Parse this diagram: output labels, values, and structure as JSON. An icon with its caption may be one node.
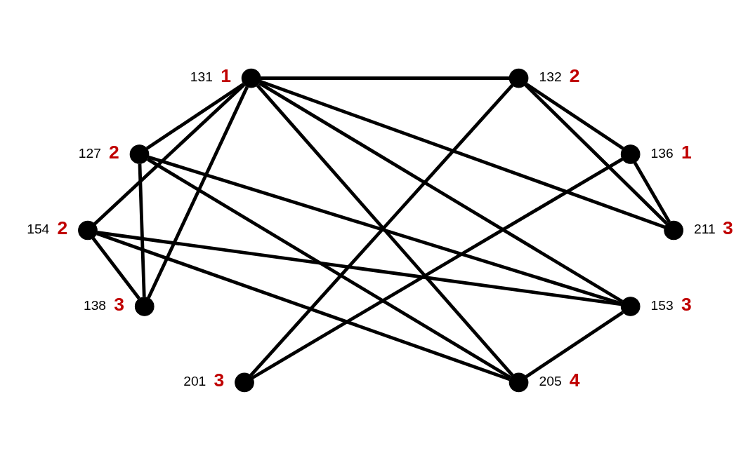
{
  "diagram": {
    "nodes": [
      {
        "text": [],
        "shape": "circle",
        "beside": [
          "131",
          "1"
        ]
      },
      {
        "text": [],
        "shape": "circle",
        "beside": [
          "132",
          "2"
        ]
      },
      {
        "text": [],
        "shape": "circle",
        "beside": [
          "136",
          "1"
        ]
      },
      {
        "text": [],
        "shape": "circle",
        "beside": [
          "211",
          "3"
        ]
      },
      {
        "text": [],
        "shape": "circle",
        "beside": [
          "153",
          "3"
        ]
      },
      {
        "text": [],
        "shape": "circle",
        "beside": [
          "205",
          "4"
        ]
      },
      {
        "text": [],
        "shape": "circle",
        "beside": [
          "201",
          "3"
        ]
      },
      {
        "text": [],
        "shape": "circle",
        "beside": [
          "138",
          "3"
        ]
      },
      {
        "text": [],
        "shape": "circle",
        "beside": [
          "154",
          "2"
        ]
      },
      {
        "text": [],
        "shape": "circle",
        "beside": [
          "127",
          "2"
        ]
      }
    ],
    "edges": [
      {
        "from": 0,
        "to": 1,
        "arrow": "none"
      },
      {
        "from": 0,
        "to": 9,
        "arrow": "none"
      },
      {
        "from": 0,
        "to": 8,
        "arrow": "none"
      },
      {
        "from": 0,
        "to": 7,
        "arrow": "none"
      },
      {
        "from": 0,
        "to": 5,
        "arrow": "none"
      },
      {
        "from": 0,
        "to": 4,
        "arrow": "none"
      },
      {
        "from": 0,
        "to": 3,
        "arrow": "none"
      },
      {
        "from": 9,
        "to": 7,
        "arrow": "none"
      },
      {
        "from": 9,
        "to": 4,
        "arrow": "none"
      },
      {
        "from": 9,
        "to": 5,
        "arrow": "none"
      },
      {
        "from": 8,
        "to": 7,
        "arrow": "none"
      },
      {
        "from": 8,
        "to": 4,
        "arrow": "none"
      },
      {
        "from": 8,
        "to": 5,
        "arrow": "none"
      },
      {
        "from": 1,
        "to": 6,
        "arrow": "none"
      },
      {
        "from": 1,
        "to": 2,
        "arrow": "none"
      },
      {
        "from": 1,
        "to": 3,
        "arrow": "none"
      },
      {
        "from": 2,
        "to": 3,
        "arrow": "none"
      },
      {
        "from": 2,
        "to": 6,
        "arrow": "none"
      },
      {
        "from": 4,
        "to": 5,
        "arrow": "none"
      }
    ]
  }
}
